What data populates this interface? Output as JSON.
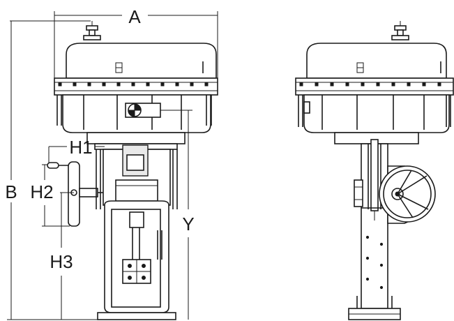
{
  "labels": {
    "A": "A",
    "B": "B",
    "Y": "Y",
    "H1": "H1",
    "H2": "H2",
    "H3": "H3"
  },
  "colors": {
    "line": "#1a1a1a",
    "background": "#ffffff",
    "shade": "#e9e9e9"
  }
}
